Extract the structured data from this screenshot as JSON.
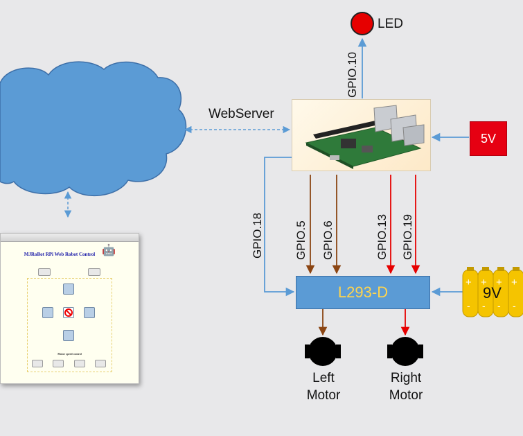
{
  "nodes": {
    "webserver_label": "WebServer",
    "led_label": "LED",
    "driver_label": "L293-D",
    "power_5v_label": "5V",
    "battery_label": "9V",
    "left_motor_label": [
      "Left",
      "Motor"
    ],
    "right_motor_label": [
      "Right",
      "Motor"
    ]
  },
  "pins": {
    "led": "GPIO.10",
    "enable": "GPIO.18",
    "left_a": "GPIO.5",
    "left_b": "GPIO.6",
    "right_a": "GPIO.13",
    "right_b": "GPIO.19"
  },
  "webpage": {
    "title": "MJRoBot RPi Web Robot Control",
    "speed_label": "Motor speed control"
  },
  "colors": {
    "cloud": "#5b9bd5",
    "connector_blue": "#5b9bd5",
    "left_wires": "#8b4513",
    "right_wires": "#e60000",
    "driver": "#5b9bd5",
    "driver_text": "#ffd44d",
    "power": "#e60012",
    "battery": "#f5c400"
  }
}
